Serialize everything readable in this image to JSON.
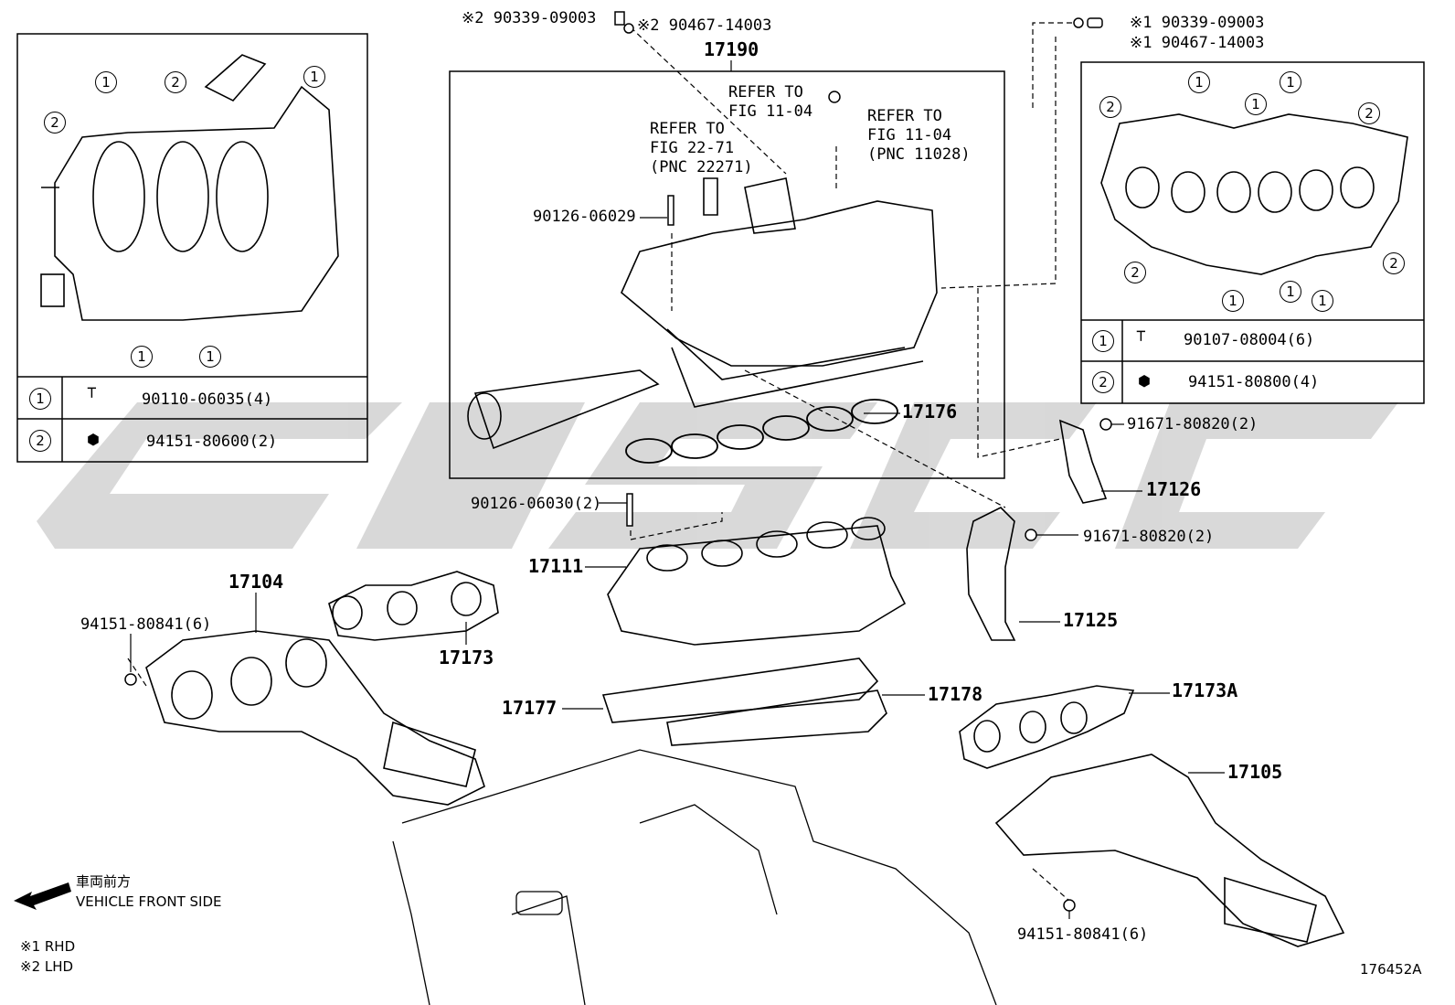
{
  "labels": {
    "top_left_note2_a": "※2 90339-09003",
    "top_left_note2_b": "※2 90467-14003",
    "top_right_note1_a": "※1 90339-09003",
    "top_right_note1_b": "※1 90467-14003",
    "main_assembly": "17190",
    "refer_fig_11_04_a": "REFER TO\nFIG 11-04",
    "refer_fig_11_04_b": "REFER TO\nFIG 11-04\n(PNC 11028)",
    "refer_fig_22_71": "REFER TO\nFIG 22-71\n(PNC 22271)",
    "stud_upper": "90126-06029",
    "gasket_set": "17176",
    "stud_lower": "90126-06030(2)",
    "bracket_bolt_top": "91671-80820(2)",
    "bracket_upper": "17126",
    "bracket_bolt_mid": "91671-80820(2)",
    "bracket_lower": "17125",
    "intake_lower": "17111",
    "exhaust_left": "17104",
    "nut_left": "94151-80841(6)",
    "gasket_exh_left": "17173",
    "gasket_intake_a": "17177",
    "gasket_intake_b": "17178",
    "gasket_exh_right": "17173A",
    "exhaust_right": "17105",
    "nut_right": "94151-80841(6)",
    "front_side_jp": "車両前方",
    "front_side_en": "VEHICLE FRONT SIDE",
    "note_rhd": "※1 RHD",
    "note_lhd": "※2 LHD",
    "figure_id": "176452A"
  },
  "left_inset": {
    "callouts_top": [
      "1",
      "2",
      "1",
      "2"
    ],
    "callouts_bottom": [
      "1",
      "1"
    ],
    "legend": [
      {
        "key": "1",
        "part": "90110-06035(4)"
      },
      {
        "key": "2",
        "part": "94151-80600(2)"
      }
    ]
  },
  "right_inset": {
    "callouts_top": [
      "2",
      "1",
      "1",
      "1",
      "2"
    ],
    "callouts_bottom": [
      "2",
      "1",
      "1",
      "1",
      "2"
    ],
    "legend": [
      {
        "key": "1",
        "part": "90107-08004(6)"
      },
      {
        "key": "2",
        "part": "94151-80800(4)"
      }
    ]
  },
  "watermark_color": "#c8c8c8"
}
